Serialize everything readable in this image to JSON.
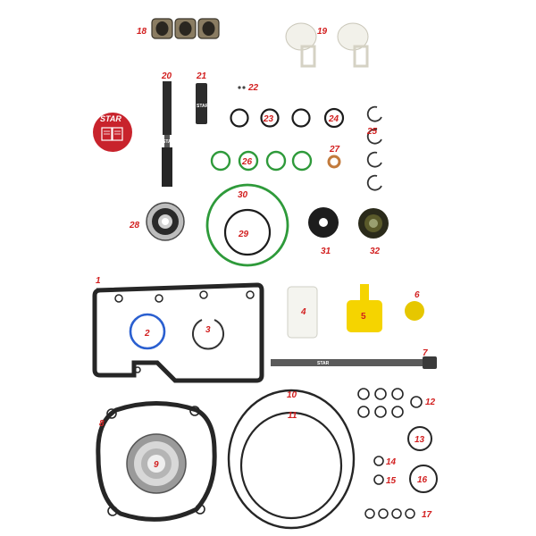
{
  "brand": {
    "name": "STAR",
    "colors": {
      "red": "#c8232c",
      "label": "#d21f1f",
      "green": "#2e9a3a",
      "blue": "#2a5fd0"
    }
  },
  "labels": {
    "p1": "1",
    "p2": "2",
    "p3": "3",
    "p4": "4",
    "p5": "5",
    "p6": "6",
    "p7": "7",
    "p8": "8",
    "p9": "9",
    "p10": "10",
    "p11": "11",
    "p12": "12",
    "p13": "13",
    "p14": "14",
    "p15": "15",
    "p16": "16",
    "p17": "17",
    "p18": "18",
    "p19": "19",
    "p20": "20",
    "p21": "21",
    "p22": "22",
    "p23": "23",
    "p24": "24",
    "p25": "25",
    "p26": "26",
    "p27": "27",
    "p28": "28",
    "p29": "29",
    "p30": "30",
    "p31": "31",
    "p32": "32"
  },
  "icons": {
    "badge": "book-icon"
  }
}
